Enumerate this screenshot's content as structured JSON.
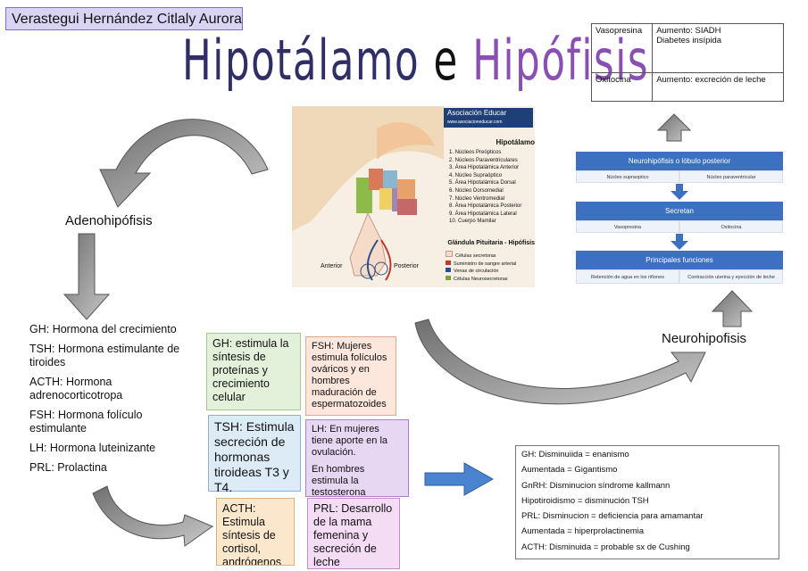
{
  "author": "Verastegui Hernández Citlaly Aurora",
  "title": {
    "part1": "Hipotálamo",
    "part2": "e",
    "part3": "Hipófisis"
  },
  "top_table": [
    {
      "hormone": "Vasopresina",
      "effect": "Aumento: SIADH\nDiabetes insípida"
    },
    {
      "hormone": "Oxitocina",
      "effect": "Aumento: excreción de leche"
    }
  ],
  "labels": {
    "adeno": "Adenohipófisis",
    "neuro": "Neurohipofisis"
  },
  "adeno_list": [
    "GH: Hormona del crecimiento",
    "TSH: Hormona estimulante de tiroides",
    "ACTH: Hormona adrenocorticotropa",
    "FSH: Hormona folículo estimulante",
    "LH: Hormona luteinizante",
    "PRL: Prolactina"
  ],
  "boxes": {
    "gh": "GH: estimula la síntesis de proteínas y crecimiento celular",
    "tsh": "TSH: Estimula secreción de hormonas tiroideas T3 y T4.",
    "acth": "ACTH: Estimula síntesis de cortisol, andrógenos y",
    "fsh": "FSH: Mujeres estimula folículos ováricos y en hombres maduración de espermatozoides",
    "lh_1": "LH: En mujeres tiene aporte en la ovulación.",
    "lh_2": "En hombres estimula la testosterona",
    "prl": "PRL: Desarrollo de la mama femenina y secreción de leche"
  },
  "notes": [
    "GH: Disminuiida = enanismo",
    "Aumentada = Gigantismo",
    "GnRH: Disminucion síndrome kallmann",
    "Hipotiroidismo = disminución TSH",
    "PRL: Disminucion = deficiencia para amamantar",
    "Aumentada = hiperprolactinemia",
    "ACTH: Disminuida = probable sx de Cushing"
  ],
  "diagram": {
    "brand": "Asociación Educar",
    "brand_url": "www.asociacioneducar.com",
    "heading": "Hipotálamo",
    "nuclei": [
      "1. Núcleos Preópticos",
      "2. Núcleos Paraventriculares",
      "3. Área Hipotalámica Anterior",
      "4. Núcleo Supraóptico",
      "5. Área Hipotalámica Dorsal",
      "6. Núcleo Dorsomedial",
      "7. Núcleo Ventromedial",
      "8. Área Hipotalámica Posterior",
      "9. Área Hipotalámica Lateral",
      "10. Cuerpo Mamilar"
    ],
    "subheading": "Glándula Pituitaria - Hipófisis",
    "legend": [
      "Células secretoras",
      "Suministro de sangre arterial",
      "Venas de circulación",
      "Células Neurosecretoras"
    ],
    "anterior": "Anterior",
    "posterior": "Posterior"
  },
  "flow": {
    "bar1": "Neurohipófisis o lóbulo posterior",
    "row1": [
      "Núcleo supraoptico",
      "Núcleo paraventricular"
    ],
    "bar2": "Secretan",
    "row2": [
      "Vasopresina",
      "Oxitocina"
    ],
    "bar3": "Principales funciones",
    "row3": [
      "Retención de agua en los riñones",
      "Contracción uterina y eyección de leche"
    ]
  }
}
